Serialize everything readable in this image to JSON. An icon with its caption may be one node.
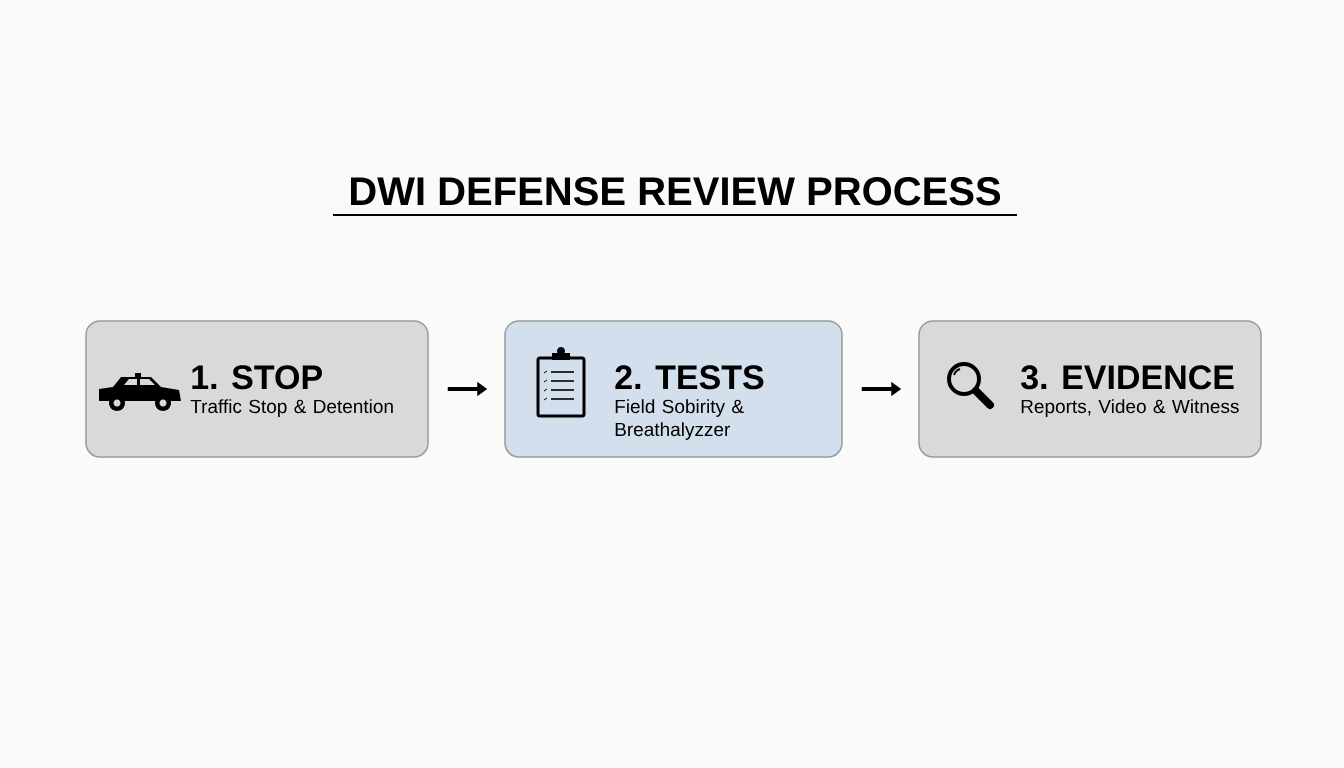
{
  "diagram": {
    "title": "DWI DEFENSE REVIEW PROCESS",
    "nodes": [
      {
        "text": [
          "1. STOP",
          "Traffic Stop & Detention"
        ]
      },
      {
        "text": [
          "2. TESTS",
          "Field Sobirity & Breathalyzzer"
        ]
      },
      {
        "text": [
          "3. EVIDENCE",
          "Reports, Video & Witness"
        ]
      }
    ],
    "edges": [
      {
        "from": 0,
        "to": 1,
        "arrow": "to"
      },
      {
        "from": 1,
        "to": 2,
        "arrow": "to"
      }
    ]
  }
}
